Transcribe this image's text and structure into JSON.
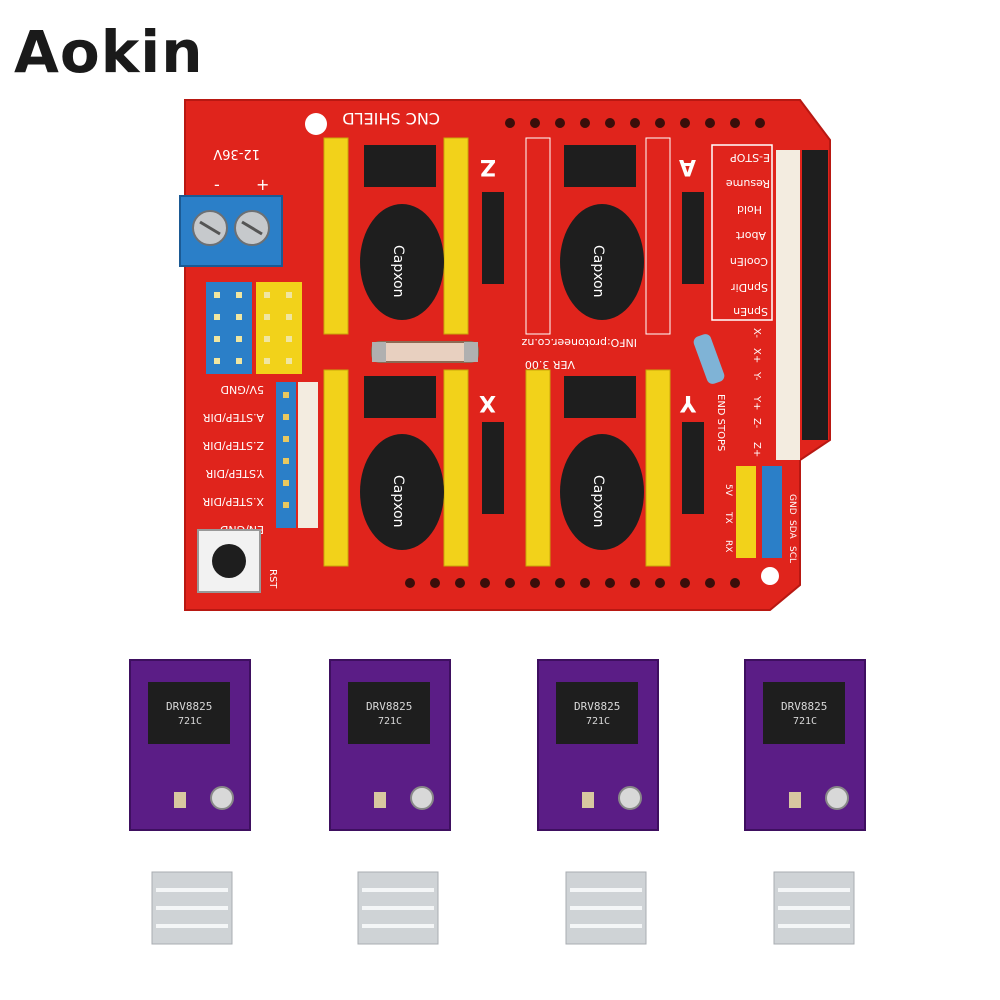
{
  "brand": {
    "logo_text": "Aokin"
  },
  "shield": {
    "title": "CNC SHIELD",
    "power_label": "12-36V",
    "power_minus": "-",
    "power_plus": "+",
    "axis_labels": [
      "Z",
      "A",
      "X",
      "Y"
    ],
    "left_labels": [
      "5V/GND",
      "A.STEP/DIR",
      "Z.STEP/DIR",
      "Y.STEP/DIR",
      "X.STEP/DIR",
      "EN/GND"
    ],
    "right_labels": [
      "E-STOP",
      "Resume",
      "Hold",
      "Abort",
      "CoolEn",
      "SpnDir",
      "SpnEn"
    ],
    "endstop_labels": [
      "X-",
      "X+",
      "Y-",
      "Y+",
      "Z-",
      "Z+"
    ],
    "endstop_group": "END STOPS",
    "info": "INFO:protoneer.co.nz",
    "version": "VER 3.00",
    "reset_label": "RST",
    "cap_brand": "Capxon",
    "bottom_pins": [
      "RX",
      "TX",
      "5V",
      "GND",
      "SCL",
      "SDA"
    ]
  },
  "drivers": {
    "count": 4,
    "chip_label": "DRV8825",
    "chip_code": "721C"
  },
  "colors": {
    "pcb_red": "#e0241c",
    "driver_purple": "#5b1d86",
    "header_yellow": "#f2d21a",
    "header_black": "#1e1e1e",
    "terminal_blue": "#2b7fc8",
    "heatsink": "#cfd3d6"
  }
}
